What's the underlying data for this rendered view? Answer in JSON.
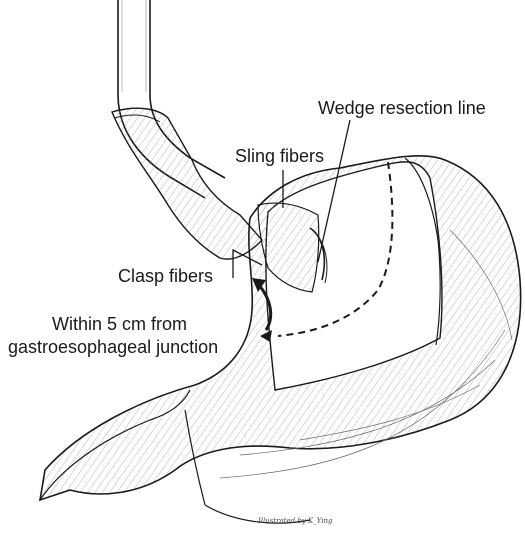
{
  "labels": {
    "wedge_resection_line": "Wedge resection line",
    "sling_fibers": "Sling fibers",
    "clasp_fibers": "Clasp fibers",
    "distance_line1": "Within 5 cm from",
    "distance_line2": "gastroesophageal junction"
  },
  "signature": "Illustrated by K_Ying",
  "colors": {
    "ink": "#1a1a1a",
    "shade": "#6a6a6a",
    "background": "#ffffff"
  }
}
